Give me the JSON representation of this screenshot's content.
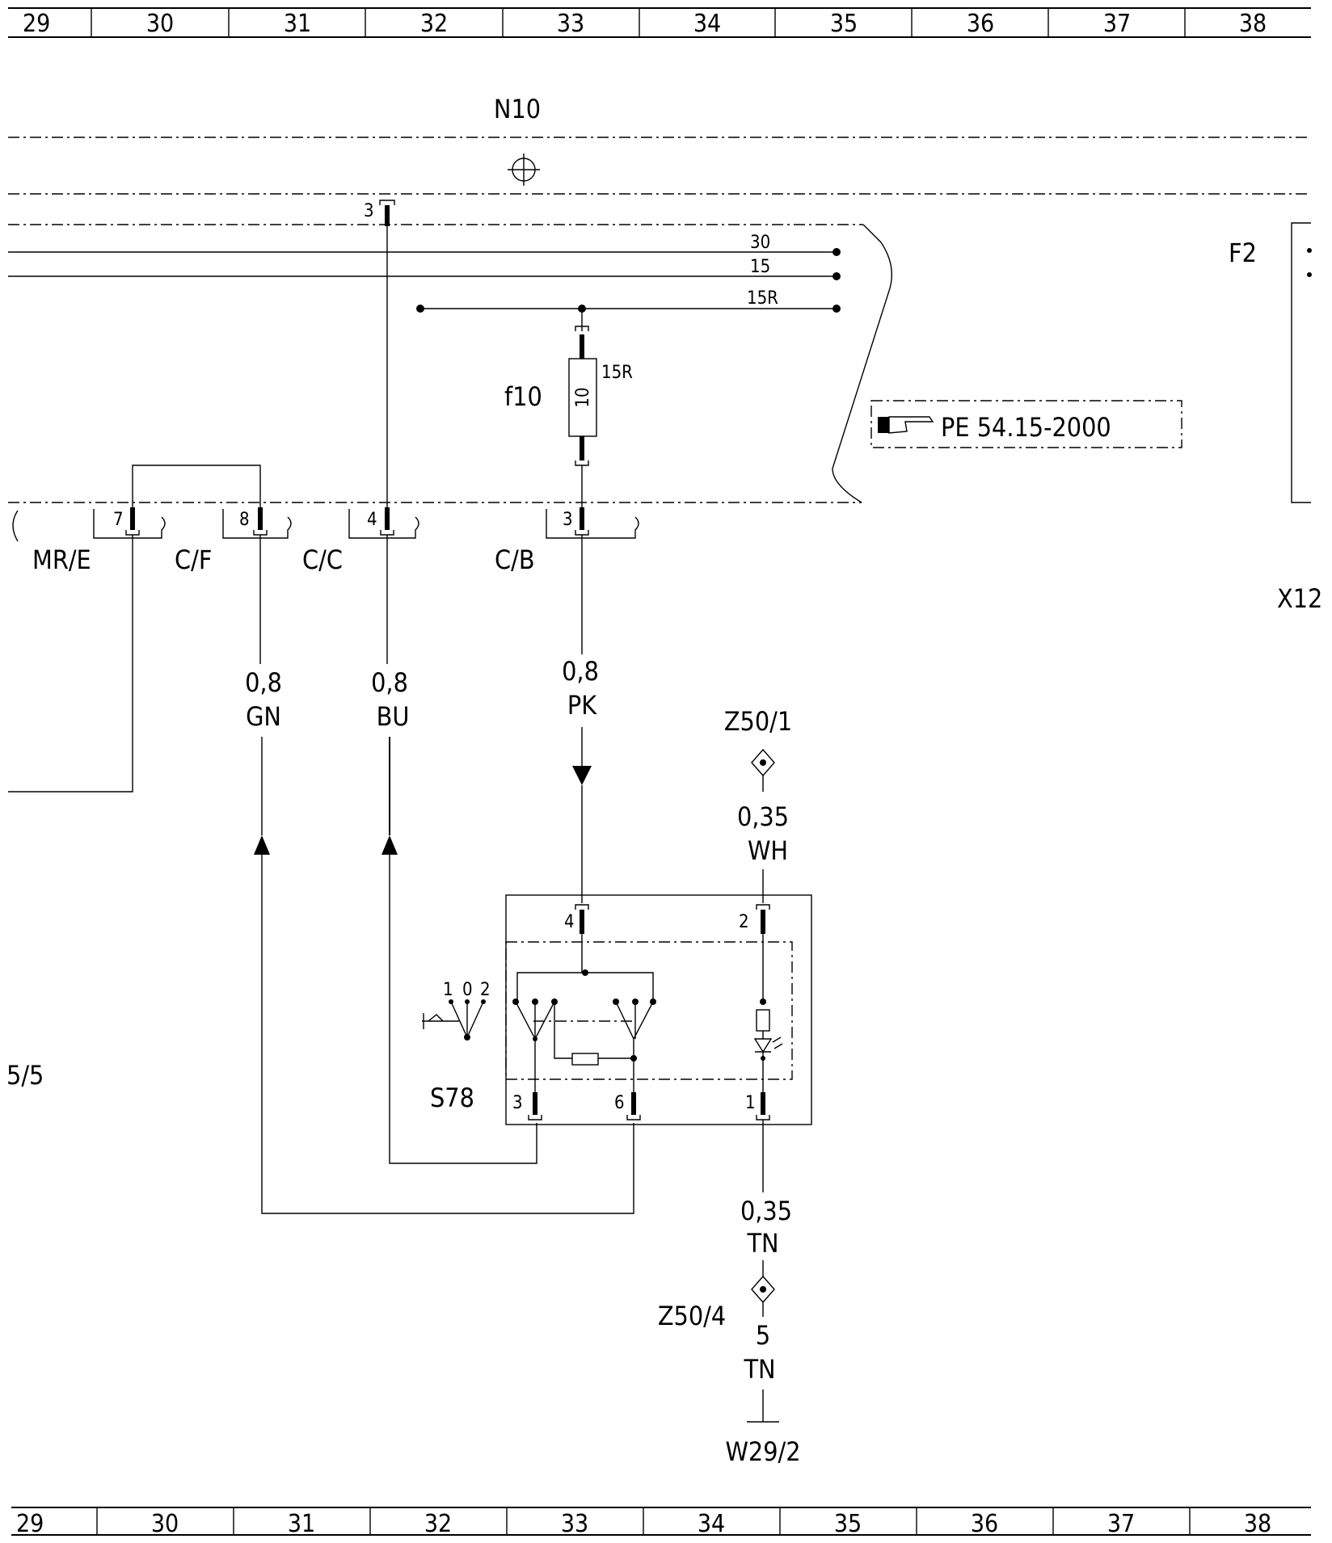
{
  "ruler": {
    "columns": [
      "29",
      "30",
      "31",
      "32",
      "33",
      "34",
      "35",
      "36",
      "37",
      "38"
    ]
  },
  "header": {
    "component": "N10"
  },
  "bus_lines": {
    "t30": "30",
    "t15": "15",
    "t15r": "15R"
  },
  "fuse": {
    "name": "f10",
    "rating": "10",
    "terminal": "15R"
  },
  "reference": {
    "text": "PE 54.15-2000",
    "icon": "pointing-hand-icon"
  },
  "right_side": {
    "f2": "F2",
    "x12": "X12"
  },
  "connectors": [
    {
      "pin": "3",
      "name": ""
    },
    {
      "pin": "7",
      "name": "MR/E"
    },
    {
      "pin": "8",
      "name": "C/F"
    },
    {
      "pin": "4",
      "name": "C/C"
    },
    {
      "pin": "3",
      "name": "C/B"
    }
  ],
  "wires": [
    {
      "size": "0,8",
      "color": "GN"
    },
    {
      "size": "0,8",
      "color": "BU"
    },
    {
      "size": "0,8",
      "color": "PK"
    },
    {
      "size": "0,35",
      "color": "WH"
    },
    {
      "size": "0,35",
      "color": "TN"
    },
    {
      "size": "5",
      "color": "TN"
    }
  ],
  "splices": {
    "top": "Z50/1",
    "bottom": "Z50/4"
  },
  "switch": {
    "name": "S78",
    "pins": [
      "4",
      "2",
      "3",
      "6",
      "1"
    ],
    "positions": [
      "1",
      "0",
      "2"
    ]
  },
  "ground": {
    "name": "W29/2"
  },
  "left_edge": {
    "partial_label": "5/5"
  }
}
